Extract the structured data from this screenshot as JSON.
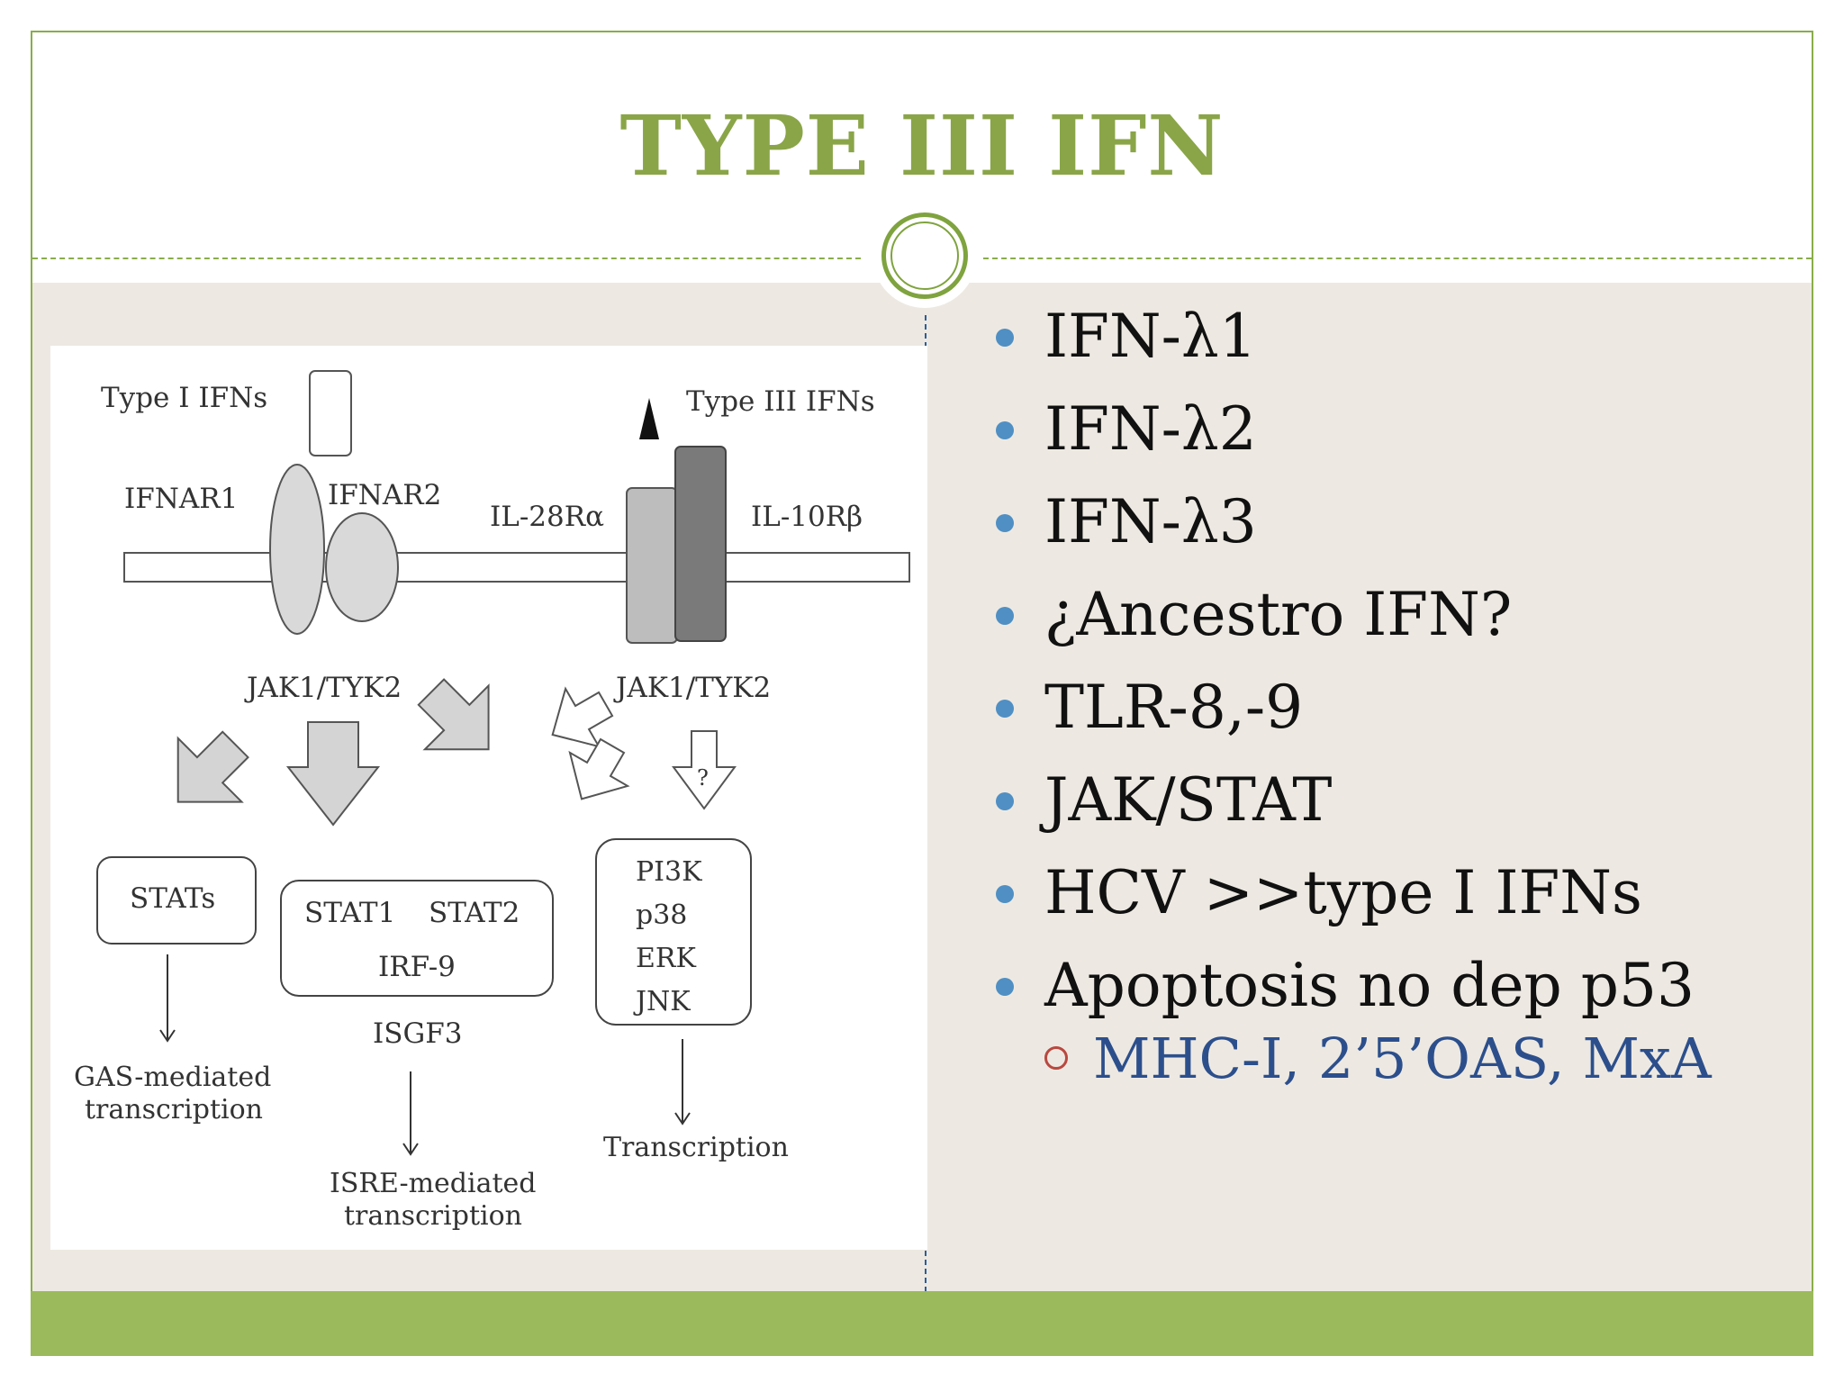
{
  "slide": {
    "title": "TYPE III IFN",
    "bullets": [
      "IFN-λ1",
      "IFN-λ2",
      "IFN-λ3",
      "¿Ancestro IFN?",
      "TLR-8,-9",
      "JAK/STAT",
      "HCV >>type I IFNs",
      "Apoptosis no dep p53"
    ],
    "sub_bullet": "MHC-I, 2’5’OAS, MxA"
  },
  "figure": {
    "type1_label": "Type I IFNs",
    "type3_label": "Type III IFNs",
    "ifnar1": "IFNAR1",
    "ifnar2": "IFNAR2",
    "il28": "IL-28Rα",
    "il10": "IL-10Rβ",
    "jak_left": "JAK1/TYK2",
    "jak_right": "JAK1/TYK2",
    "question": "?",
    "stats": "STATs",
    "stat1": "STAT1",
    "stat2": "STAT2",
    "irf9": "IRF-9",
    "pi3k": "PI3K",
    "p38": "p38",
    "erk": "ERK",
    "jnk": "JNK",
    "gas_1": "GAS-mediated",
    "gas_2": "transcription",
    "isgf3": "ISGF3",
    "isre_1": "ISRE-mediated",
    "isre_2": "transcription",
    "transcription": "Transcription"
  },
  "colors": {
    "accent_green": "#8aa548",
    "bullet_blue": "#4f8fc4",
    "sub_text_blue": "#2c4f8c",
    "sub_ring_red": "#b9483f"
  }
}
